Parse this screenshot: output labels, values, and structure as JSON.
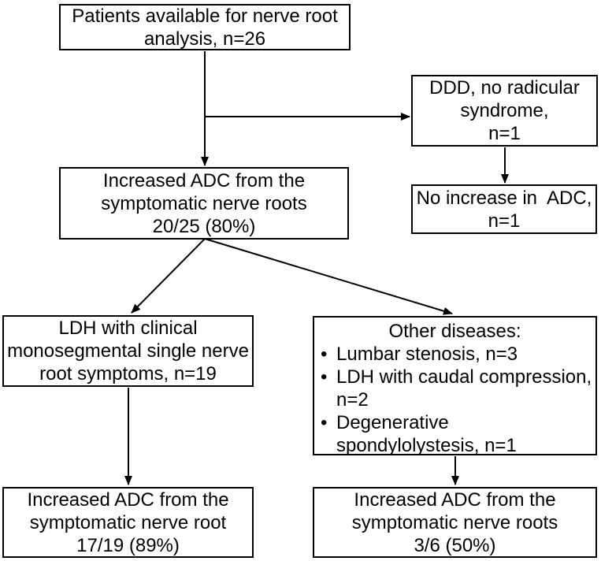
{
  "diagram": {
    "type": "flowchart",
    "colors": {
      "background": "#ffffff",
      "box_border": "#000000",
      "text": "#000000",
      "arrow": "#000000"
    },
    "boxes": {
      "patients": {
        "text": "Patients available for nerve root\nanalysis, n=26"
      },
      "ddd": {
        "text": "DDD, no radicular\nsyndrome,\nn=1"
      },
      "no_increase": {
        "text": "No increase in  ADC,\nn=1"
      },
      "increased_all": {
        "text": "Increased ADC from the\nsymptomatic nerve roots\n20/25 (80%)"
      },
      "ldh": {
        "text": "LDH with clinical\nmonosegmental single nerve\nroot symptoms, n=19"
      },
      "other_diseases": {
        "heading": "Other diseases:",
        "bullet_char": "•",
        "items": [
          "Lumbar stenosis, n=3",
          "LDH with caudal compression,\nn=2",
          "Degenerative\nspondylolystesis, n=1"
        ]
      },
      "increased_ldh": {
        "text": "Increased ADC from the\nsymptomatic nerve root\n17/19 (89%)"
      },
      "increased_other": {
        "text": "Increased ADC from the\nsymptomatic nerve roots\n3/6 (50%)"
      }
    }
  }
}
